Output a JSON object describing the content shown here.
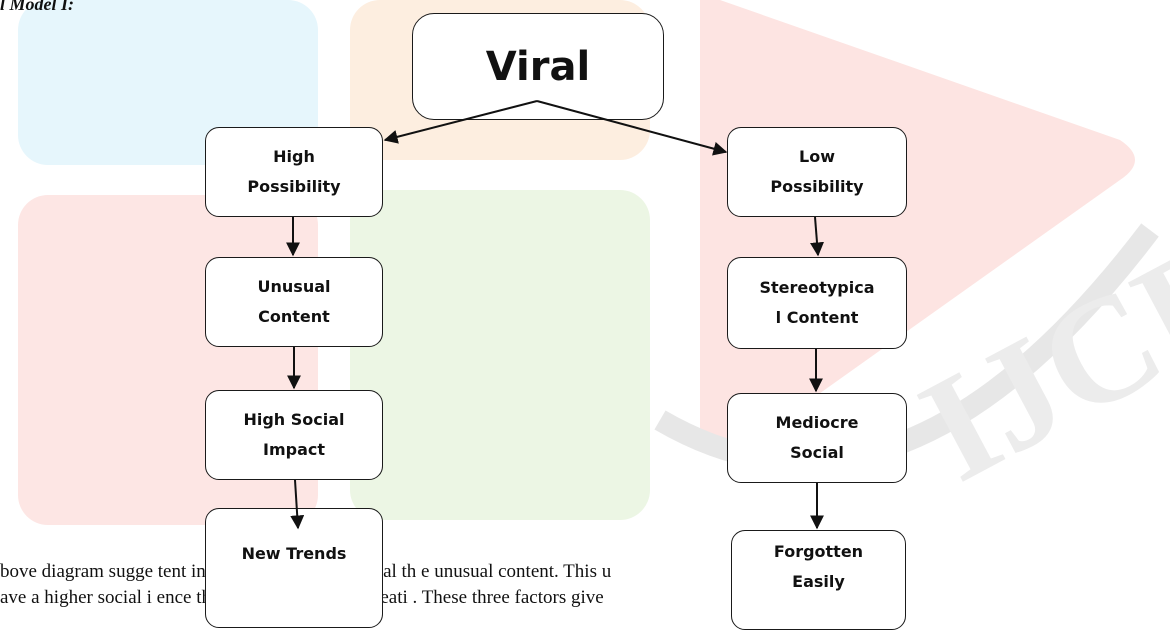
{
  "watermark": {
    "brand_text": "IJCRT",
    "colors": {
      "cyan": "#dff4fb",
      "orange": "#fde9d7",
      "red": "#fde1df",
      "green": "#e8f4df",
      "grey": "#f0f0f0"
    }
  },
  "page": {
    "model_label": "l Model I:",
    "caption_line_1": "bove diagram sugge                           tent in a video needs to go viral th                          e unusual content. This u",
    "caption_line_2": "ave a higher social i                          ence that would lead to the creati                     . These three factors give"
  },
  "diagram": {
    "root": {
      "label": "Viral"
    },
    "left_branch": {
      "high_possibility": "High\nPossibility",
      "unusual_content": "Unusual\nContent",
      "high_social_impact": "High Social\nImpact",
      "new_trends": "New Trends"
    },
    "right_branch": {
      "low_possibility": "Low\nPossibility",
      "stereotypical_content": "Stereotypica\nl Content",
      "mediocre_social": "Mediocre\nSocial",
      "forgotten_easily": "Forgotten\nEasily"
    },
    "line_color": "#111111"
  }
}
